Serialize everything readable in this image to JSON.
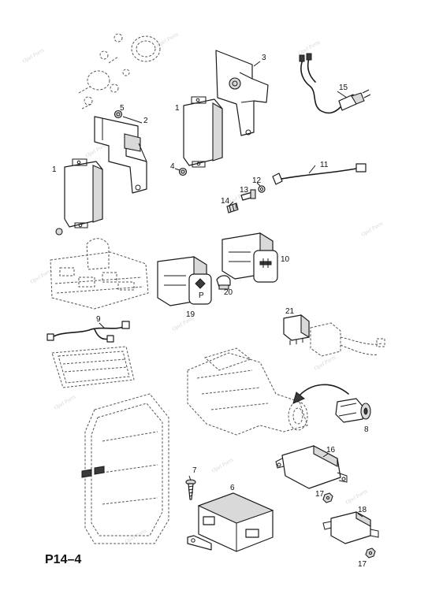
{
  "page_code": "P14–4",
  "watermark_text": "Opel Parts",
  "callouts": {
    "c1a": "1",
    "c1b": "1",
    "c2": "2",
    "c3": "3",
    "c4": "4",
    "c5": "5",
    "c6": "6",
    "c7": "7",
    "c8": "8",
    "c9": "9",
    "c10": "10",
    "c11": "11",
    "c12": "12",
    "c13": "13",
    "c14": "14",
    "c15": "15",
    "c16": "16",
    "c17a": "17",
    "c17b": "17",
    "c18": "18",
    "c19": "19",
    "c20": "20",
    "c21": "21"
  },
  "colors": {
    "line": "#1a1a1a",
    "shade": "#d9d9d9",
    "dashed": "#555555"
  }
}
